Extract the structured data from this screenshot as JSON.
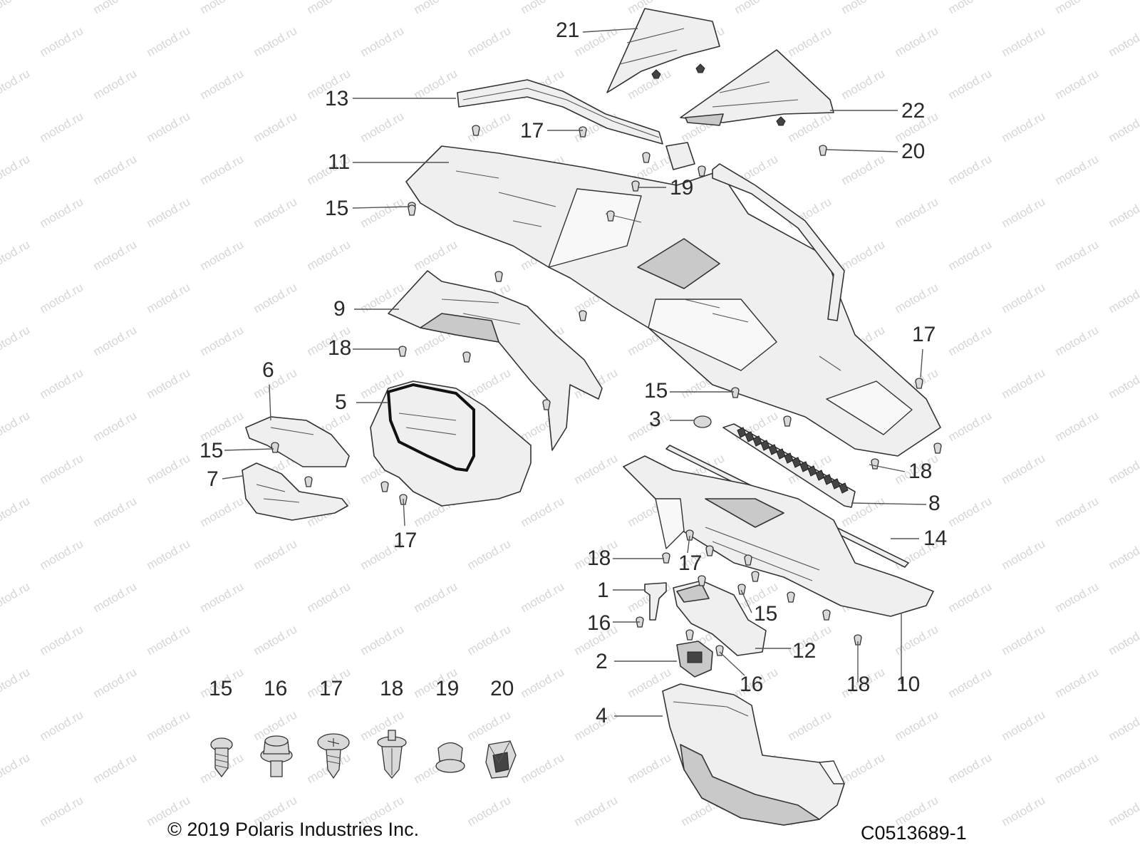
{
  "callouts": [
    {
      "id": "21",
      "text": "21"
    },
    {
      "id": "13",
      "text": "13"
    },
    {
      "id": "17a",
      "text": "17"
    },
    {
      "id": "22",
      "text": "22"
    },
    {
      "id": "20a",
      "text": "20"
    },
    {
      "id": "11",
      "text": "11"
    },
    {
      "id": "19a",
      "text": "19"
    },
    {
      "id": "15a",
      "text": "15"
    },
    {
      "id": "9",
      "text": "9"
    },
    {
      "id": "18a",
      "text": "18"
    },
    {
      "id": "17b",
      "text": "17"
    },
    {
      "id": "6",
      "text": "6"
    },
    {
      "id": "5",
      "text": "5"
    },
    {
      "id": "15b",
      "text": "15"
    },
    {
      "id": "3",
      "text": "3"
    },
    {
      "id": "15c",
      "text": "15"
    },
    {
      "id": "7",
      "text": "7"
    },
    {
      "id": "18b",
      "text": "18"
    },
    {
      "id": "8",
      "text": "8"
    },
    {
      "id": "17c",
      "text": "17"
    },
    {
      "id": "14",
      "text": "14"
    },
    {
      "id": "18c",
      "text": "18"
    },
    {
      "id": "17d",
      "text": "17"
    },
    {
      "id": "1",
      "text": "1"
    },
    {
      "id": "15d",
      "text": "15"
    },
    {
      "id": "16a",
      "text": "16"
    },
    {
      "id": "12",
      "text": "12"
    },
    {
      "id": "2",
      "text": "2"
    },
    {
      "id": "16b",
      "text": "16"
    },
    {
      "id": "18d",
      "text": "18"
    },
    {
      "id": "10",
      "text": "10"
    },
    {
      "id": "4",
      "text": "4"
    }
  ],
  "legend": [
    {
      "id": "15",
      "text": "15",
      "icon": "screw-icon"
    },
    {
      "id": "16",
      "text": "16",
      "icon": "flange-bolt-icon"
    },
    {
      "id": "17",
      "text": "17",
      "icon": "pan-head-screw-icon"
    },
    {
      "id": "18",
      "text": "18",
      "icon": "push-rivet-icon"
    },
    {
      "id": "19",
      "text": "19",
      "icon": "grommet-icon"
    },
    {
      "id": "20",
      "text": "20",
      "icon": "clip-nut-icon"
    }
  ],
  "watermark": "motod.ru",
  "copyright": "© 2019 Polaris Industries Inc.",
  "diagram_code": "C0513689-1"
}
